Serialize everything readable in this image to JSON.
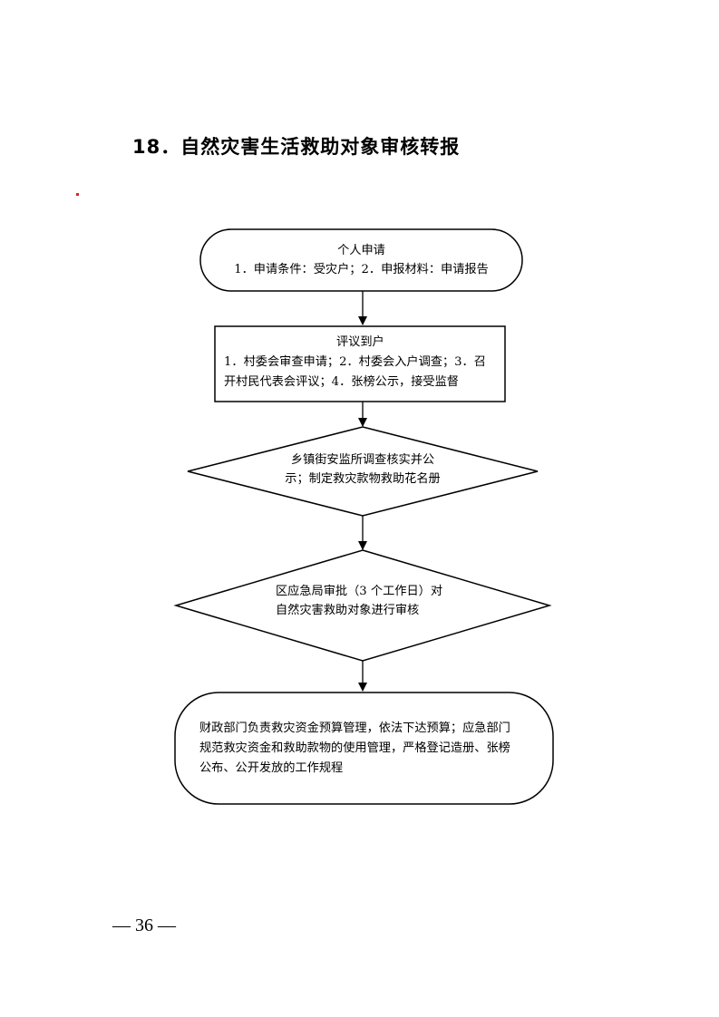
{
  "title": "18．自然灾害生活救助对象审核转报",
  "steps": [
    {
      "heading": "个人申请",
      "lines": [
        "1．申请条件：受灾户；2．申报材料：申请报告"
      ]
    },
    {
      "heading": "评议到户",
      "lines": [
        "1．村委会审查申请；2．村委会入户调查；3．召",
        "开村民代表会评议；4．张榜公示，接受监督"
      ]
    },
    {
      "lines": [
        "乡镇街安监所调查核实并公",
        "示；制定救灾款物救助花名册"
      ]
    },
    {
      "lines": [
        "区应急局审批（3 个工作日）对",
        "自然灾害救助对象进行审核"
      ]
    },
    {
      "lines": [
        "财政部门负责救灾资金预算管理，依法下达预算；应急部门",
        "规范救灾资金和救助款物的使用管理，严格登记造册、张榜",
        "公布、公开发放的工作规程"
      ]
    }
  ],
  "footer": {
    "page_number": "— 36 —"
  }
}
